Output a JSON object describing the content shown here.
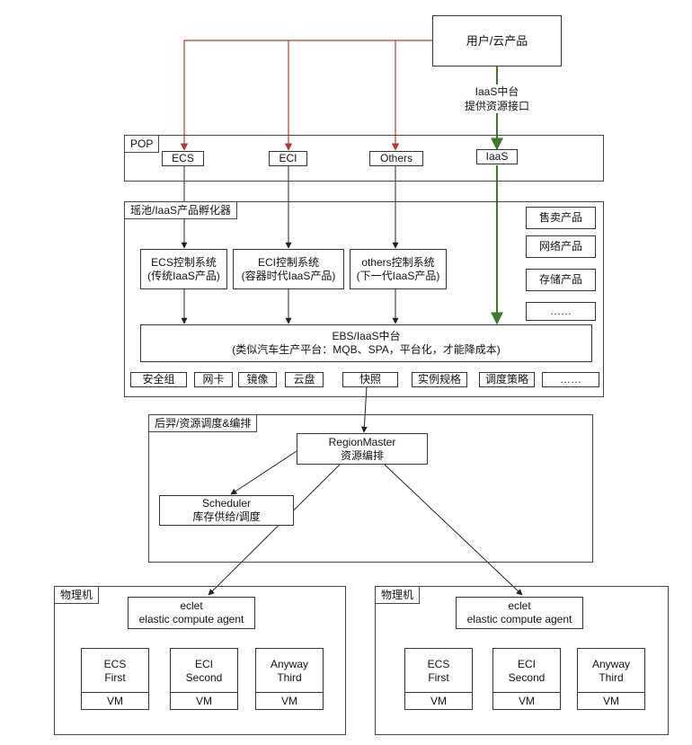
{
  "user_box": "用户/云产品",
  "iaas_api_label": [
    "IaaS中台",
    "提供资源接口"
  ],
  "pop": {
    "title": "POP",
    "items": [
      "ECS",
      "ECI",
      "Others",
      "IaaS"
    ]
  },
  "yaochi": {
    "title": "瑶池/IaaS产品孵化器",
    "controls": [
      [
        "ECS控制系统",
        "(传统IaaS产品)"
      ],
      [
        "ECI控制系统",
        "(容器时代IaaS产品)"
      ],
      [
        "others控制系统",
        "(下一代IaaS产品)"
      ]
    ],
    "side_items": [
      "售卖产品",
      "网络产品",
      "存储产品",
      "……"
    ],
    "ebs": [
      "EBS/IaaS中台",
      "(类似汽车生产平台：MQB、SPA，平台化，才能降成本)"
    ],
    "components": [
      "安全组",
      "网卡",
      "镜像",
      "云盘",
      "快照",
      "实例规格",
      "调度策略",
      "……"
    ]
  },
  "houyi": {
    "title": "后羿/资源调度&编排",
    "region_master": [
      "RegionMaster",
      "资源编排"
    ],
    "scheduler": [
      "Scheduler",
      "库存供给/调度"
    ]
  },
  "physical": [
    {
      "title": "物理机",
      "agent": [
        "eclet",
        "elastic compute agent"
      ],
      "vms": [
        {
          "top": [
            "ECS",
            "First"
          ],
          "bottom": "VM"
        },
        {
          "top": [
            "ECI",
            "Second"
          ],
          "bottom": "VM"
        },
        {
          "top": [
            "Anyway",
            "Third"
          ],
          "bottom": "VM"
        }
      ]
    },
    {
      "title": "物理机",
      "agent": [
        "eclet",
        "elastic compute agent"
      ],
      "vms": [
        {
          "top": [
            "ECS",
            "First"
          ],
          "bottom": "VM"
        },
        {
          "top": [
            "ECI",
            "Second"
          ],
          "bottom": "VM"
        },
        {
          "top": [
            "Anyway",
            "Third"
          ],
          "bottom": "VM"
        }
      ]
    }
  ],
  "colors": {
    "red_arrow": "#b03a3a",
    "green_arrow": "#3c7a28",
    "black_arrow": "#222222"
  }
}
